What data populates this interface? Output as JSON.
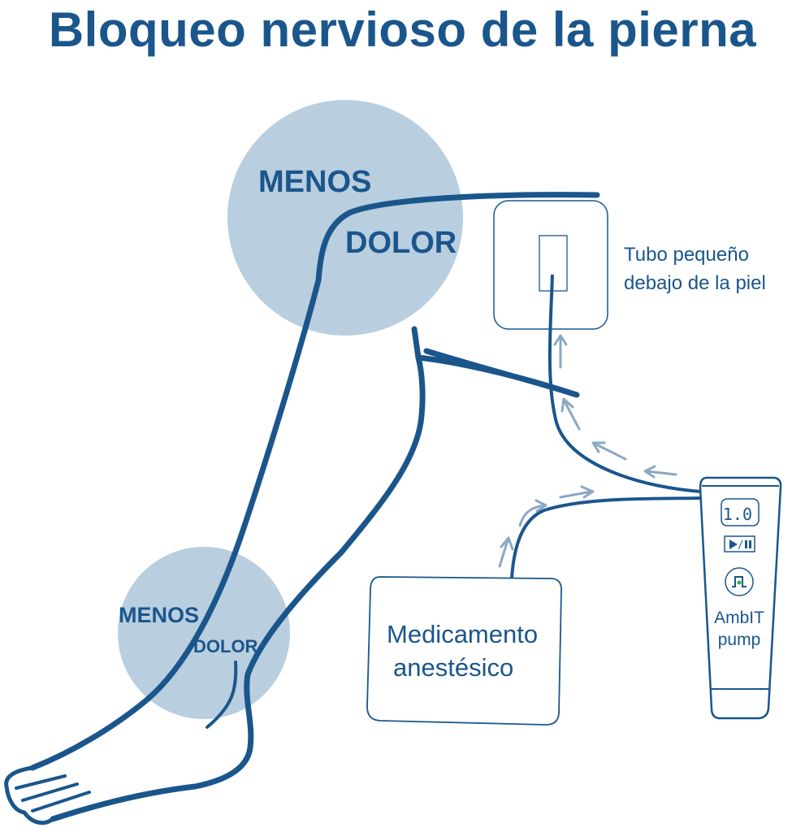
{
  "title": "Bloqueo nervioso de la pierna",
  "upper_circle": {
    "line1": "MENOS",
    "line2": "DOLOR"
  },
  "lower_circle": {
    "line1": "MENOS",
    "line2": "DOLOR"
  },
  "catheter_label": {
    "line1": "Tubo pequeño",
    "line2": "debajo de la piel"
  },
  "medication_box": {
    "line1": "Medicamento",
    "line2": "anestésico"
  },
  "pump": {
    "display": "1.0",
    "name_line1": "AmbIT",
    "name_line2": "pump"
  },
  "colors": {
    "primary": "#1a568c",
    "circle": "#b9cedf",
    "arrow": "#8ba8c4",
    "led": "#2db34a"
  }
}
